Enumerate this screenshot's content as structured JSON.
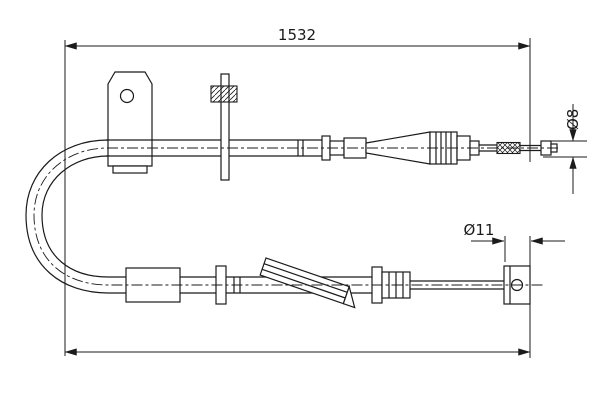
{
  "drawing": {
    "type": "technical-part-drawing",
    "subject": "parking brake cable",
    "labels": {
      "overall_length": "1532",
      "end_diameter": "Ø8",
      "eyelet_diameter": "Ø11"
    },
    "colors": {
      "line": "#1b1b1b",
      "background": "#ffffff"
    }
  }
}
